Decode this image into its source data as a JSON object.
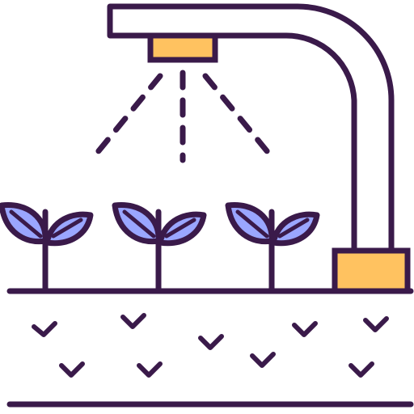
{
  "icon": {
    "name": "irrigation-sprinkler-icon",
    "colors": {
      "outline": "#3a1a4a",
      "leaf_fill": "#9aa6ff",
      "nozzle_fill": "#ffc260",
      "background": "#ffffff"
    },
    "parts": {
      "sprinkler": "sprinkler-pipe",
      "water": "water-spray",
      "plants": [
        "plant-left",
        "plant-middle",
        "plant-right"
      ],
      "soil": "soil-with-seeds"
    }
  }
}
